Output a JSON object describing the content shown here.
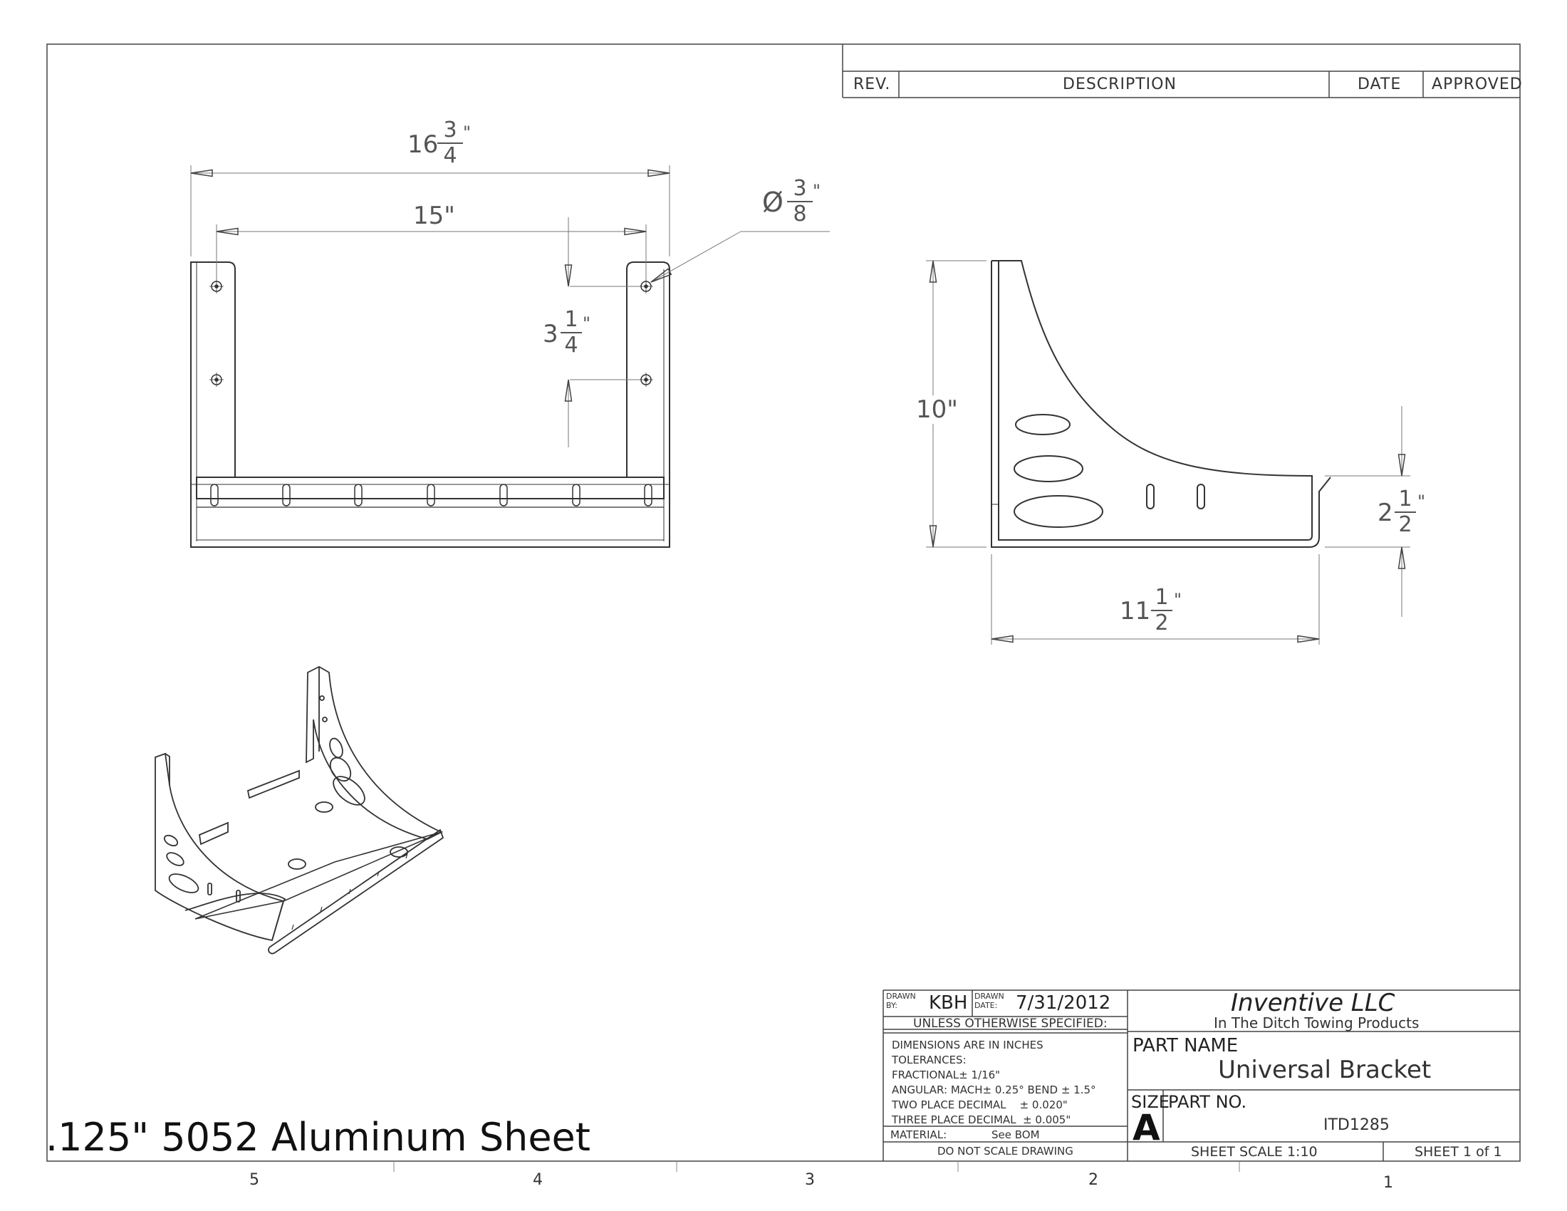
{
  "revision_table": {
    "headers": [
      "REV.",
      "DESCRIPTION",
      "DATE",
      "APPROVED"
    ]
  },
  "dimensions": {
    "overall_width": {
      "whole": "16",
      "num": "3",
      "den": "4",
      "unit": "\""
    },
    "hole_spacing": "15\"",
    "hole_dia": {
      "symbol": "Ø",
      "num": "3",
      "den": "8",
      "unit": "\""
    },
    "hole_vertical": {
      "whole": "3",
      "num": "1",
      "den": "4",
      "unit": "\""
    },
    "height": "10\"",
    "lip_height": {
      "whole": "2",
      "num": "1",
      "den": "2",
      "unit": "\""
    },
    "depth": {
      "whole": "11",
      "num": "1",
      "den": "2",
      "unit": "\""
    }
  },
  "material_note": ".125\" 5052 Aluminum Sheet",
  "title_block": {
    "drawn_by_label": "DRAWN\nBY:",
    "drawn_by": "KBH",
    "drawn_date_label": "DRAWN\nDATE:",
    "drawn_date": "7/31/2012",
    "unless": "UNLESS OTHERWISE SPECIFIED:",
    "tolerances": [
      "DIMENSIONS ARE IN INCHES",
      "TOLERANCES:",
      "FRACTIONAL± 1/16\"",
      "ANGULAR: MACH± 0.25°  BEND ± 1.5°",
      "TWO PLACE DECIMAL    ± 0.020\"",
      "THREE PLACE DECIMAL  ± 0.005\""
    ],
    "material_label": "MATERIAL:",
    "material_value": "See BOM",
    "no_scale": "DO NOT SCALE DRAWING",
    "company": "Inventive LLC",
    "company_sub": "In The Ditch Towing Products",
    "part_name_label": "PART NAME",
    "part_name": "Universal Bracket",
    "size_label": "SIZE",
    "size": "A",
    "part_no_label": "PART  NO.",
    "part_no": "ITD1285",
    "sheet_scale": "SHEET SCALE 1:10",
    "sheet": "SHEET 1 of 1"
  },
  "zone_numbers": [
    "5",
    "4",
    "3",
    "2",
    "1"
  ]
}
